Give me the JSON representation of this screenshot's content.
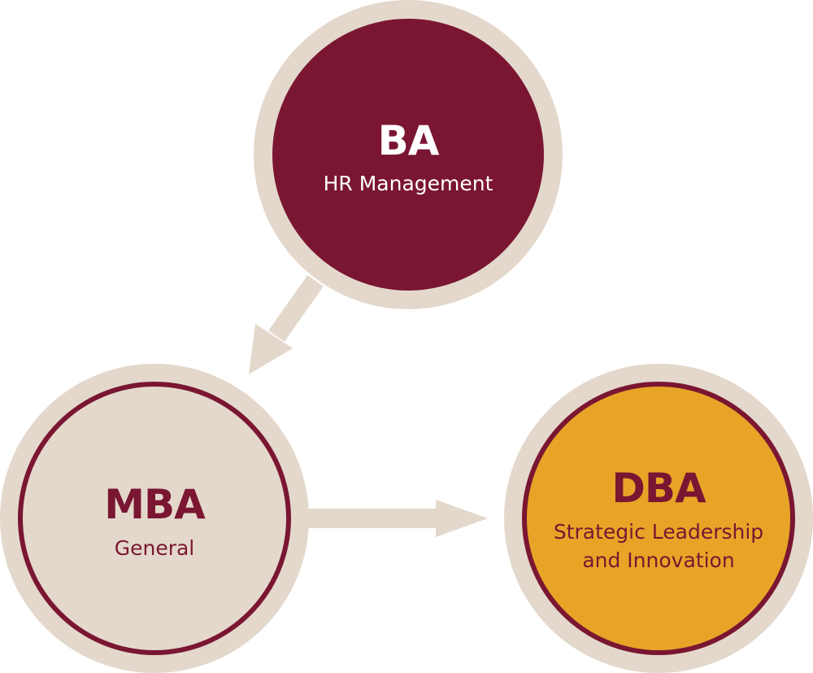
{
  "colors": {
    "ring": "#e3d8cb",
    "maroon": "#7a1632",
    "gold": "#e8a427",
    "beige": "#e3d8cb",
    "white": "#ffffff"
  },
  "nodes": {
    "ba": {
      "title": "BA",
      "subtitle": "HR Management"
    },
    "mba": {
      "title": "MBA",
      "subtitle": "General"
    },
    "dba": {
      "title": "DBA",
      "subtitle_line1": "Strategic Leadership",
      "subtitle_line2": "and Innovation"
    }
  },
  "edges": [
    {
      "from": "ba",
      "to": "mba"
    },
    {
      "from": "mba",
      "to": "dba"
    }
  ]
}
